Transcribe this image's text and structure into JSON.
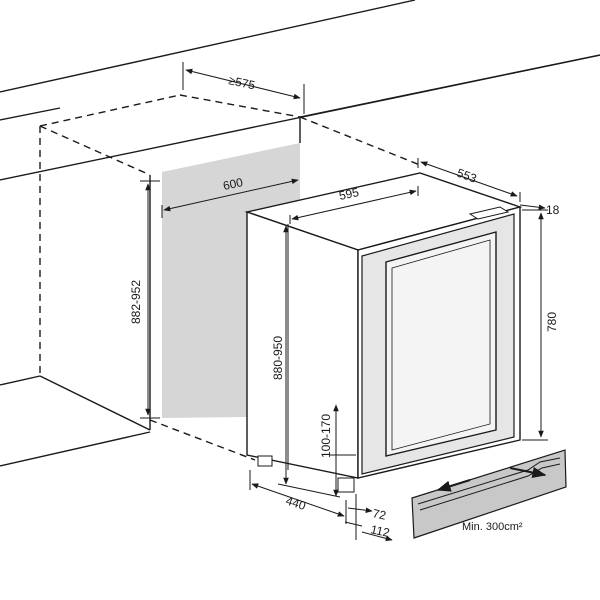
{
  "dimensions": {
    "niche_depth": "≥575",
    "niche_width": "600",
    "niche_height": "882-952",
    "appliance_width": "595",
    "appliance_depth": "553",
    "door_thickness": "18",
    "appliance_height_adjustable": "880-950",
    "cabinet_height": "780",
    "plinth_height": "100-170",
    "foot_depth": "440",
    "plinth_setback_1": "72",
    "plinth_setback_2": "112"
  },
  "ventilation_label": "Min. 300cm²",
  "colors": {
    "line": "#1a1a1a",
    "niche_back": "#d6d6d6",
    "door_frame": "#e6e6e6",
    "glass": "#f4f4f4",
    "grille": "#c8c8c8"
  }
}
